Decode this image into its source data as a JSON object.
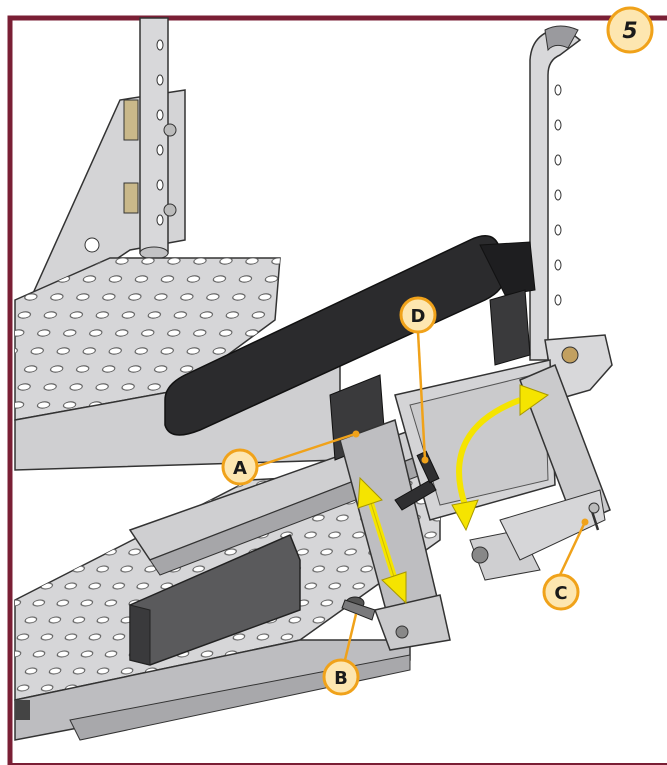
{
  "step_number": "5",
  "colors": {
    "frame": "#7a1f35",
    "callout_fill": "#fde6b0",
    "callout_stroke": "#f0a21a",
    "arrow": "#f5e400",
    "metal": "#c9c9cc",
    "metal_dark": "#9a9a9e",
    "pad": "#2b2b2d"
  },
  "callouts": [
    {
      "id": "A",
      "label": "A"
    },
    {
      "id": "B",
      "label": "B"
    },
    {
      "id": "C",
      "label": "C"
    },
    {
      "id": "D",
      "label": "D"
    }
  ]
}
